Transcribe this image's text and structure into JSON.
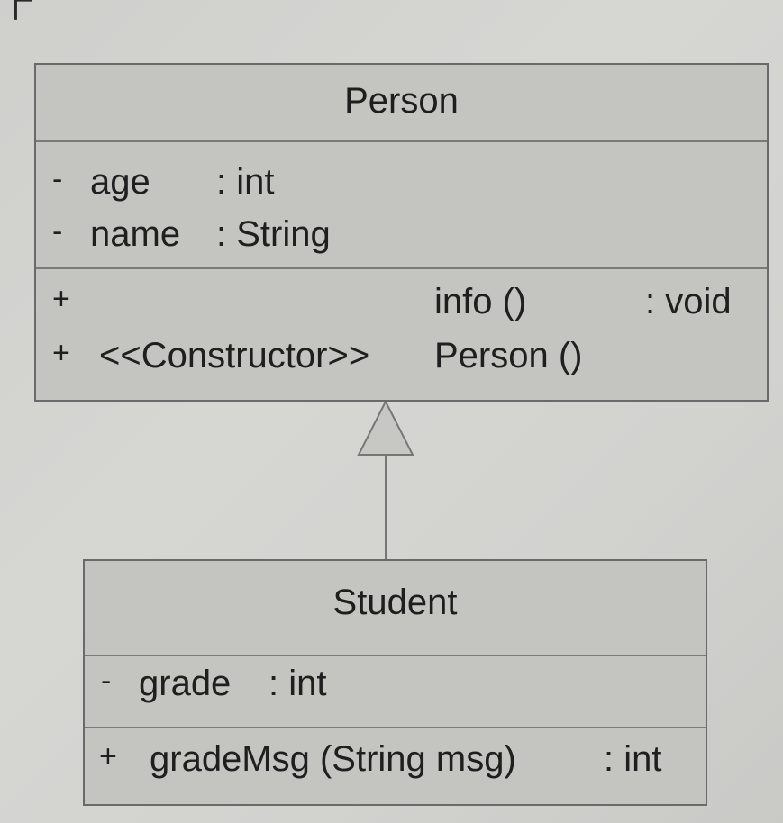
{
  "classes": {
    "person": {
      "name": "Person",
      "attributes": [
        {
          "visibility": "-",
          "name": "age",
          "type": ": int"
        },
        {
          "visibility": "-",
          "name": "name",
          "type": ": String"
        }
      ],
      "operations": [
        {
          "visibility": "+",
          "stereotype": "",
          "name": "info ()",
          "type": ": void"
        },
        {
          "visibility": "+",
          "stereotype": "<<Constructor>>",
          "name": "Person ()",
          "type": ""
        }
      ]
    },
    "student": {
      "name": "Student",
      "attributes": [
        {
          "visibility": "-",
          "name": "grade",
          "type": ": int"
        }
      ],
      "operations": [
        {
          "visibility": "+",
          "name": "gradeMsg (String msg)",
          "type": ": int"
        }
      ]
    }
  },
  "relationship": {
    "type": "generalization",
    "from": "Student",
    "to": "Person"
  },
  "colors": {
    "box_fill": "#c4c4c1",
    "border": "#6a6a6a",
    "text": "#1f1f1f"
  }
}
